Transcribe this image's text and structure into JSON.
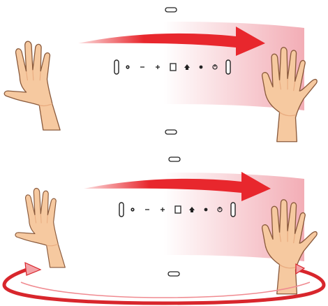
{
  "colors": {
    "background": "#ffffff",
    "skin": "#f6c9a0",
    "skin_shade": "#e9ac80",
    "skin_outline": "#8a5a3c",
    "band_light": "#ffffff",
    "band_pink": "#f4b5bd",
    "arrow_red": "#e8272d",
    "ring_red": "#d8262c",
    "icon_dark": "#222222"
  },
  "panels": [
    {
      "id": "top",
      "hands": [
        "left-hand-flat",
        "right-hand-raised"
      ],
      "controls": [
        "pill-left",
        "settings-dot",
        "minus",
        "plus",
        "square",
        "home",
        "dot",
        "power",
        "pill-right"
      ],
      "rotation_ring": false
    },
    {
      "id": "bottom",
      "hands": [
        "left-hand-raised",
        "right-hand-raised"
      ],
      "controls": [
        "pill-left",
        "settings-dot",
        "minus",
        "plus",
        "square",
        "home",
        "dot",
        "power",
        "pill-right"
      ],
      "rotation_ring": true
    }
  ]
}
